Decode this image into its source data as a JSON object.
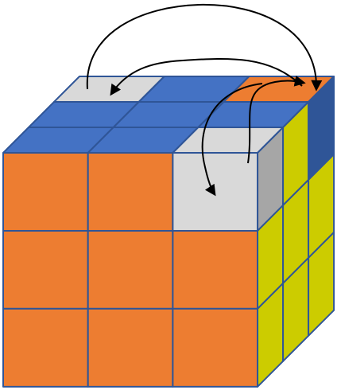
{
  "colors": {
    "orange": "#ED7D31",
    "blue": "#4472C4",
    "white": "#D9D9D9",
    "yellow": "#CCCC00",
    "grey_side": "#A6A6A6",
    "dark_blue": "#2F5597",
    "edge": "#2F5597",
    "arrow": "#000000",
    "background": "#FFFFFF"
  },
  "faces": {
    "top": [
      [
        "white",
        "blue",
        "orange"
      ],
      [
        "blue",
        "blue",
        "blue"
      ],
      [
        "blue",
        "blue",
        "white"
      ]
    ],
    "front": [
      [
        "orange",
        "orange",
        "white"
      ],
      [
        "orange",
        "orange",
        "orange"
      ],
      [
        "orange",
        "orange",
        "orange"
      ]
    ],
    "right": [
      [
        "grey_side",
        "yellow",
        "dark_blue"
      ],
      [
        "yellow",
        "yellow",
        "yellow"
      ],
      [
        "yellow",
        "yellow",
        "yellow"
      ]
    ]
  },
  "arrows": [
    {
      "name": "arrow-top-left-to-top-right",
      "from": "top-0-0",
      "to": "top-0-2"
    },
    {
      "name": "arrow-top-right-to-top-left",
      "from": "top-0-2",
      "to": "top-0-0"
    },
    {
      "name": "arrow-front-corner-to-top-right",
      "from": "front-0-2",
      "to": "top-0-2"
    },
    {
      "name": "arrow-top-right-to-front-corner",
      "from": "top-0-2",
      "to": "front-0-2"
    }
  ]
}
